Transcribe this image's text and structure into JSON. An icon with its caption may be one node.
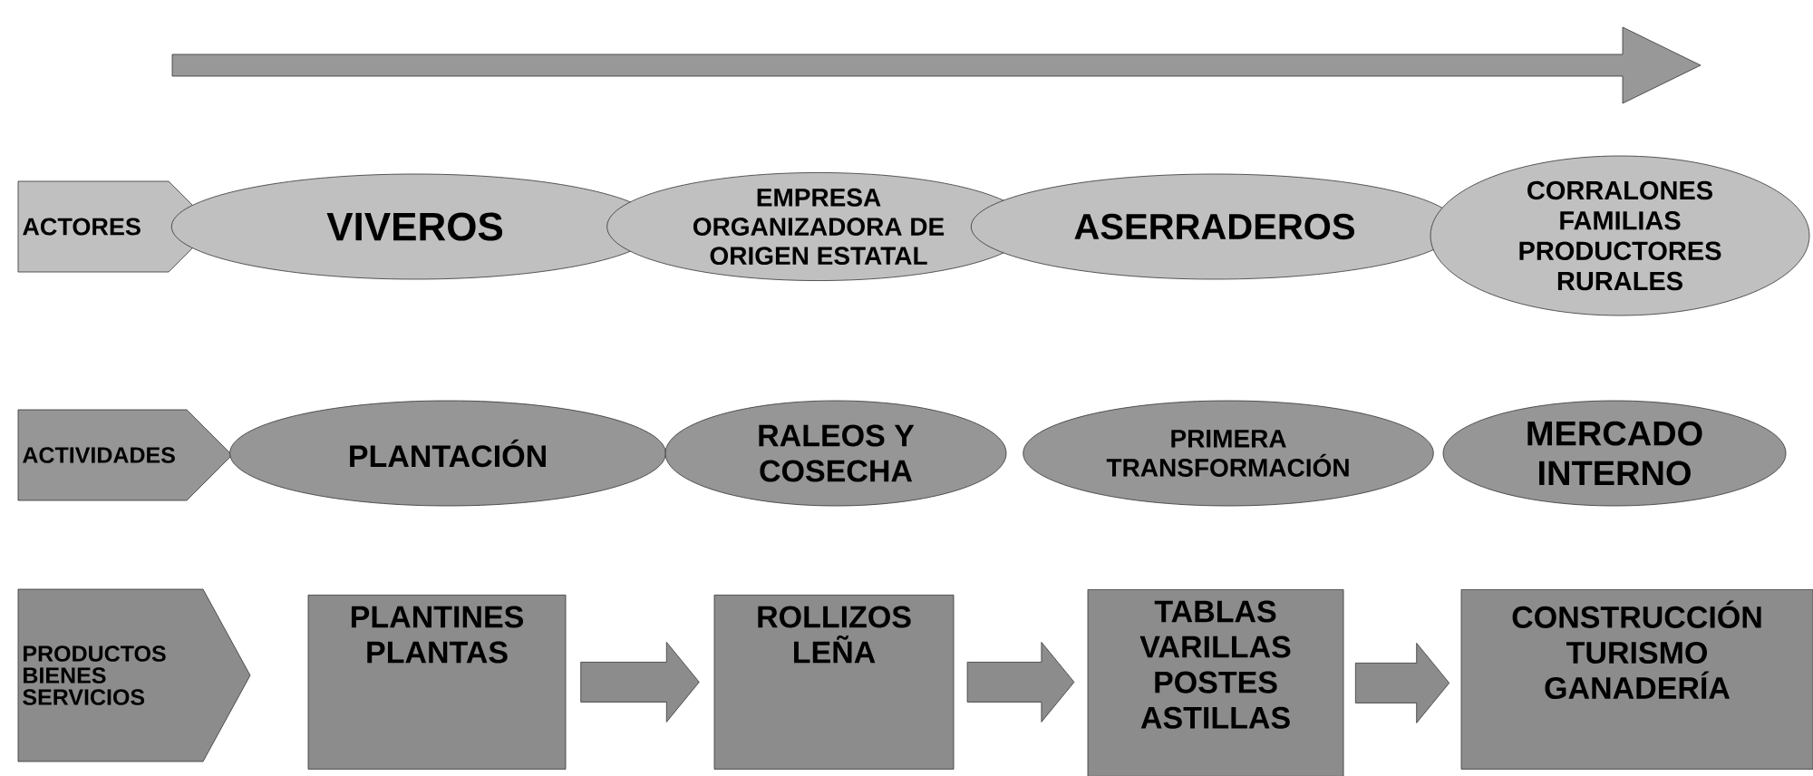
{
  "diagram": {
    "nodes": [
      {
        "text": [
          "ACTORES"
        ]
      },
      {
        "text": [
          "VIVEROS"
        ]
      },
      {
        "text": [
          "EMPRESA ORGANIZADORA DE ORIGEN ESTATAL"
        ]
      },
      {
        "text": [
          "ASERRADEROS"
        ]
      },
      {
        "text": [
          "CORRALONES FAMILIAS PRODUCTORES RURALES"
        ]
      },
      {
        "text": [
          "ACTIVIDADES"
        ]
      },
      {
        "text": [
          "PLANTACIÓN"
        ]
      },
      {
        "text": [
          "RALEOS Y COSECHA"
        ]
      },
      {
        "text": [
          "PRIMERA TRANSFORMACIÓN"
        ]
      },
      {
        "text": [
          "MERCADO INTERNO"
        ]
      },
      {
        "text": [
          "PRODUCTOS BIENES SERVICIOS"
        ]
      },
      {
        "text": [
          "PLANTINES PLANTAS"
        ]
      },
      {
        "text": [
          "ROLLIZOS LEÑA"
        ]
      },
      {
        "text": [
          "TABLAS VARILLAS POSTES ASTILLAS"
        ]
      },
      {
        "text": [
          "CONSTRUCCIÓN TURISMO GANADERÍA"
        ]
      }
    ],
    "edges": [
      {
        "from": 11,
        "to": 12,
        "arrow": "to"
      },
      {
        "from": 12,
        "to": 13,
        "arrow": "to"
      },
      {
        "from": 13,
        "to": 14,
        "arrow": "to"
      }
    ]
  }
}
